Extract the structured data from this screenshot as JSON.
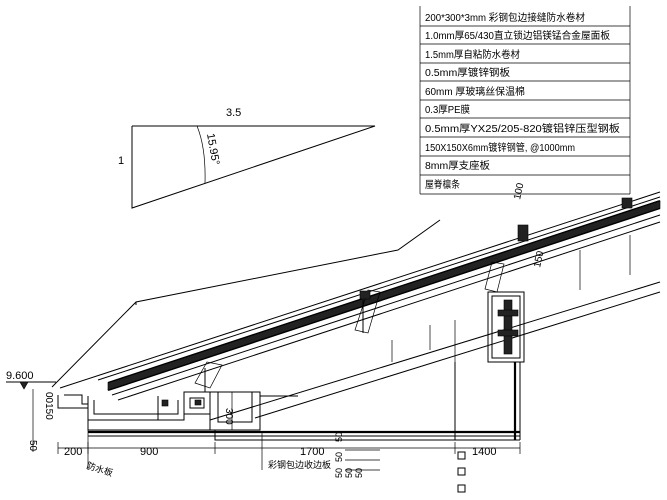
{
  "legend": {
    "rows": [
      "200*300*3mm 彩钢包边接缝防水卷材",
      "1.0mm厚65/430直立锁边铝镁锰合金屋面板",
      "1.5mm厚自粘防水卷材",
      "0.5mm厚镀锌钢板",
      "60mm 厚玻璃丝保温棉",
      "0.3厚PE膜",
      "0.5mm厚YX25/205-820镀铝锌压型钢板",
      "150X150X6mm镀锌钢管, @1000mm",
      "8mm厚支座板",
      "屋脊檩条"
    ]
  },
  "slope": {
    "run": "3.5",
    "rise": "1",
    "angle": "15.95°"
  },
  "labels": {
    "elevation": "9.600",
    "dim_100": "100",
    "dim_150_top": "150",
    "dim_300": "300",
    "left_vertical": "00150",
    "left_small": "50",
    "bottom_dims": [
      "200",
      "900",
      "1700",
      "1400"
    ],
    "bottom_stack": [
      "50",
      "50",
      "50",
      "50"
    ],
    "bottom_stack2": "50",
    "tag1": "防水板",
    "tag2": "彩钢包边收边板"
  }
}
